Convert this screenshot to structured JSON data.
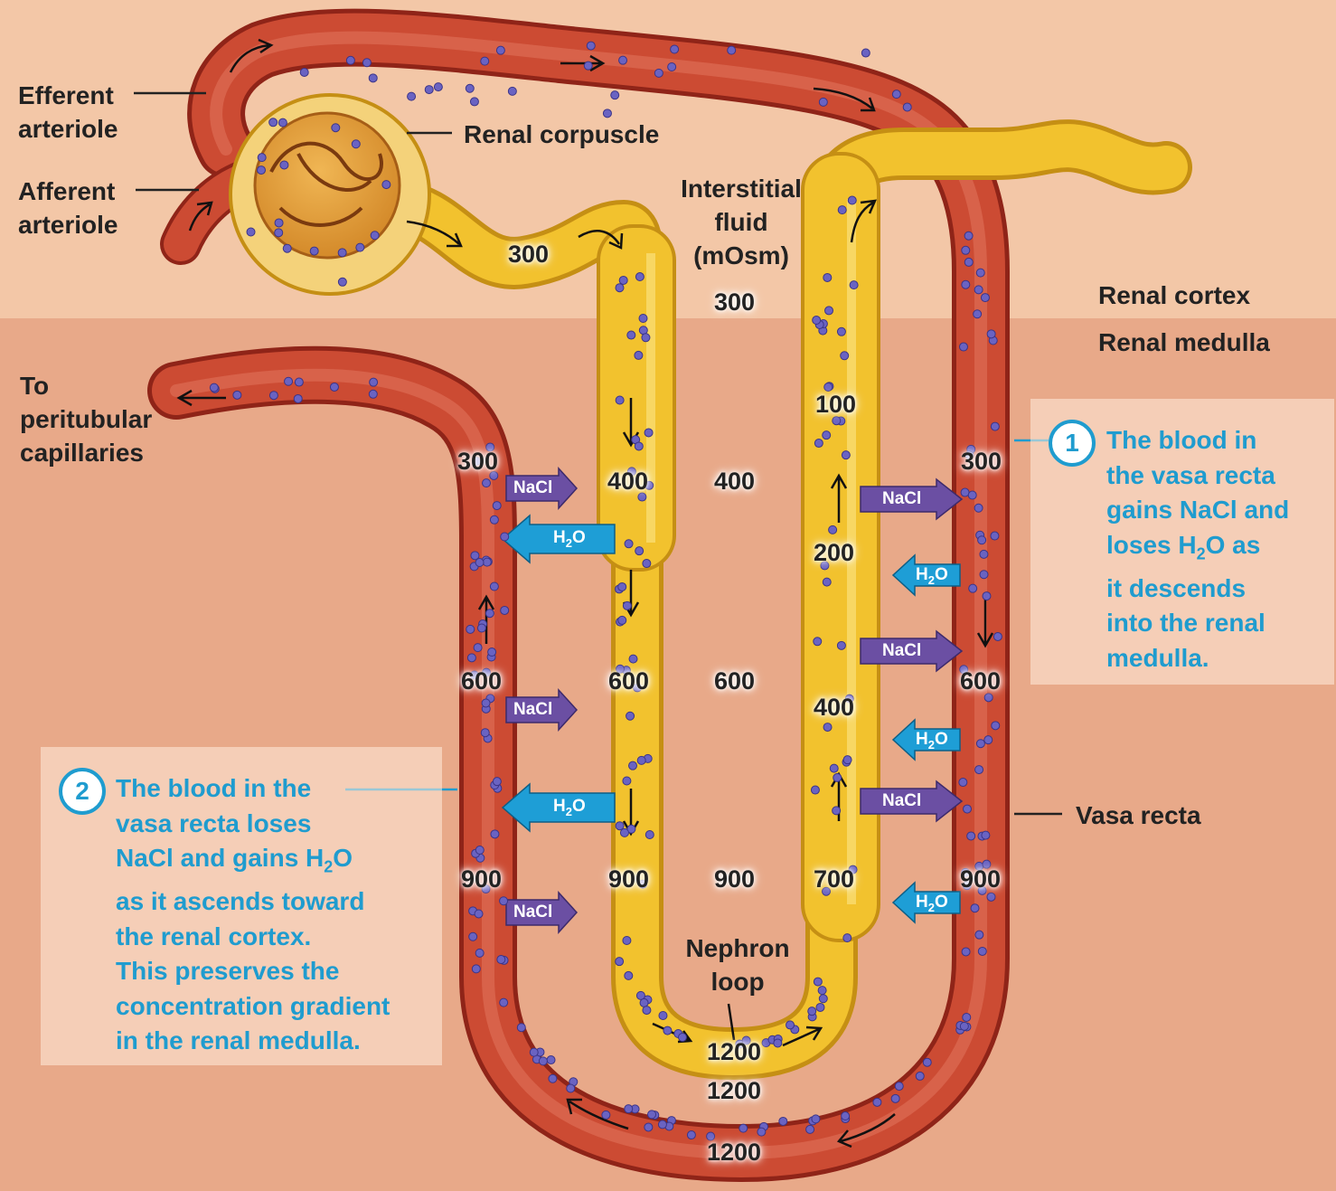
{
  "labels": {
    "efferent": [
      "Efferent",
      "arteriole"
    ],
    "afferent": [
      "Afferent",
      "arteriole"
    ],
    "renal_corpuscle": "Renal corpuscle",
    "interstitial": [
      "Interstitial",
      "fluid",
      "(mOsm)"
    ],
    "renal_cortex": "Renal cortex",
    "renal_medulla": "Renal medulla",
    "to_peritubular": [
      "To",
      "peritubular",
      "capillaries"
    ],
    "vasa_recta": "Vasa recta",
    "nephron_loop": [
      "Nephron",
      "loop"
    ]
  },
  "interstitial_values": [
    "300",
    "400",
    "600",
    "900",
    "1200"
  ],
  "vasa_recta_values": {
    "descending": [
      "300",
      "600",
      "900"
    ],
    "ascending": [
      "300",
      "600",
      "900"
    ],
    "bottom": "1200"
  },
  "nephron_values": {
    "proximal": "300",
    "descending": [
      "400",
      "600",
      "900"
    ],
    "ascending": [
      "100",
      "200",
      "400",
      "700"
    ],
    "bottom": "1200"
  },
  "chips": {
    "nacl": "NaCl",
    "h2o": [
      "H",
      "2",
      "O"
    ]
  },
  "callout1": {
    "number": "1",
    "lines": [
      [
        "The blood in"
      ],
      [
        "the vasa recta"
      ],
      [
        "gains NaCl and"
      ],
      [
        "loses H",
        "2",
        "O as"
      ],
      [
        "it descends"
      ],
      [
        "into the renal"
      ],
      [
        "medulla."
      ]
    ]
  },
  "callout2": {
    "number": "2",
    "lines": [
      [
        "The blood in the"
      ],
      [
        "vasa recta loses"
      ],
      [
        "NaCl and gains H",
        "2",
        "O"
      ],
      [
        "as it ascends toward"
      ],
      [
        "the renal cortex."
      ],
      [
        "This preserves the"
      ],
      [
        "concentration gradient"
      ],
      [
        "in the renal medulla."
      ]
    ]
  },
  "colors": {
    "cortex": "#f3c7a7",
    "medulla": "#e8a989",
    "vessel": "#c9442f",
    "nephron": "#f2c22e",
    "nacl_arrow": "#6b4fa3",
    "h2o_arrow": "#1e9ed6",
    "callout": "#1f9ccf"
  }
}
